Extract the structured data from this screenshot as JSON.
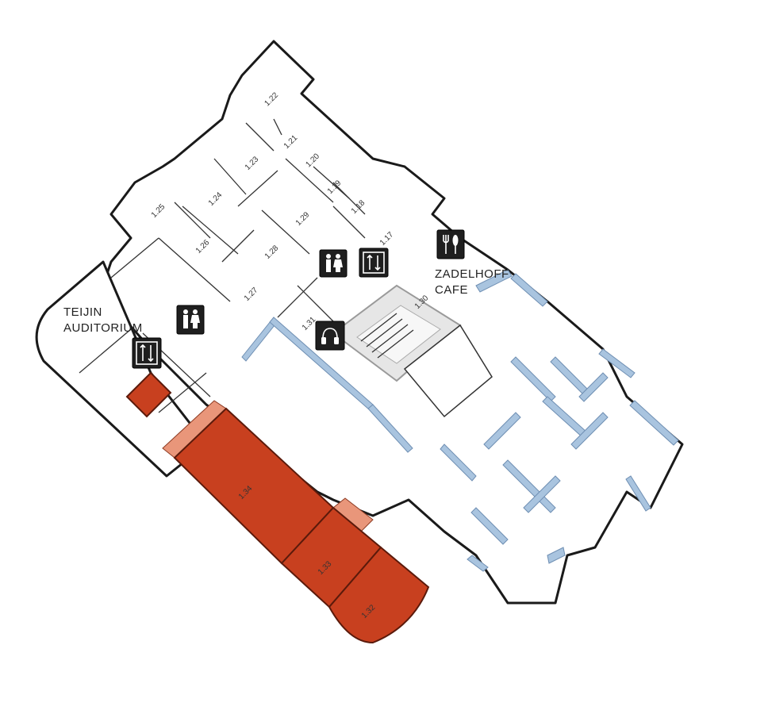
{
  "areas": {
    "auditorium": {
      "line1": "TEIJIN",
      "line2": "AUDITORIUM"
    },
    "cafe": {
      "line1": "ZADELHOFF",
      "line2": "CAFE"
    }
  },
  "rooms": {
    "r122": "1.22",
    "r121": "1.21",
    "r120": "1.20",
    "r119": "1.19",
    "r118": "1.18",
    "r117": "1.17",
    "r123": "1.23",
    "r124": "1.24",
    "r125": "1.25",
    "r126": "1.26",
    "r127": "1.27",
    "r128": "1.28",
    "r129": "1.29",
    "r130": "1.30",
    "r131": "1.31",
    "r134": "1.34",
    "r133": "1.33",
    "r132": "1.32"
  },
  "icons": {
    "restroom": "restroom-icon",
    "elevator": "elevator-icon",
    "dining": "fork-knife-icon",
    "audio": "headphones-icon"
  },
  "colors": {
    "highlight_red": "#c8401f",
    "wing_blue": "#a9c4df"
  }
}
